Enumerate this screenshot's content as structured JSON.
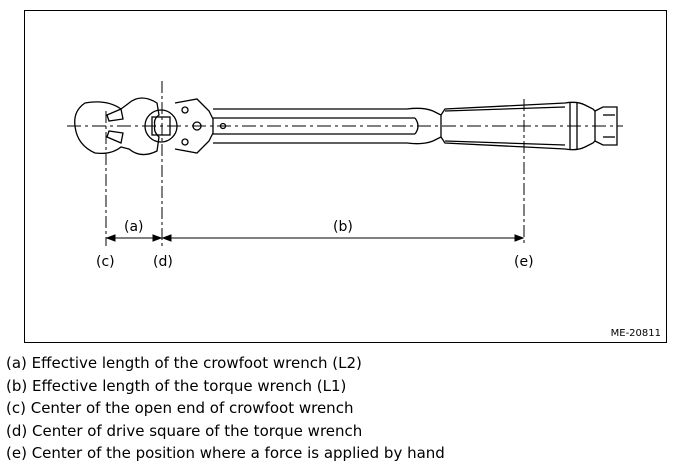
{
  "figure": {
    "code": "ME-20811",
    "dimension_labels": {
      "a": "(a)",
      "b": "(b)",
      "c": "(c)",
      "d": "(d)",
      "e": "(e)"
    }
  },
  "legend": [
    "(a) Effective length of the crowfoot wrench (L2)",
    "(b) Effective length of the torque wrench (L1)",
    "(c) Center of the open end of crowfoot wrench",
    "(d) Center of drive square of the torque wrench",
    "(e) Center of the position where a force is applied by hand"
  ]
}
